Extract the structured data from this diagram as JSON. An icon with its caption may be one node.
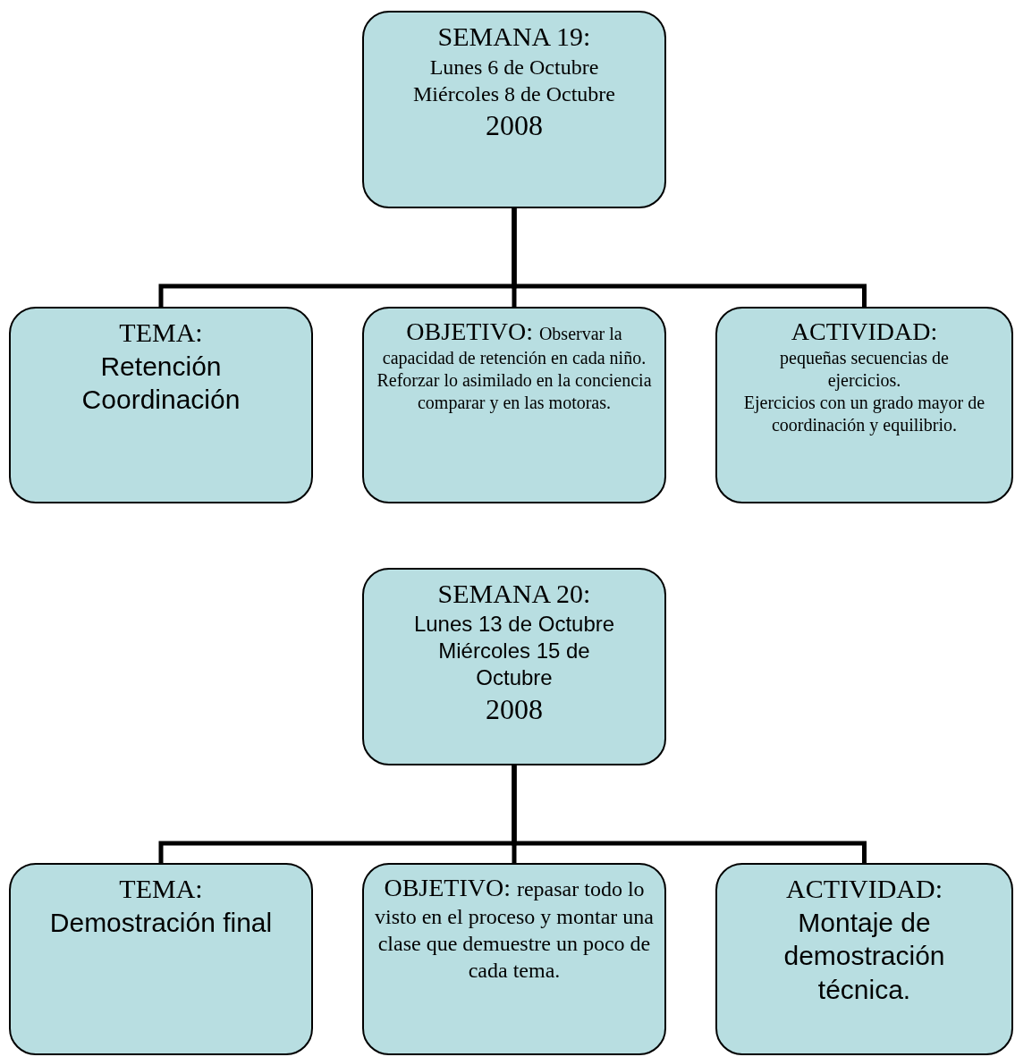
{
  "diagram": {
    "nodes": [
      {
        "text": [
          "SEMANA 19:",
          "Lunes 6 de Octubre",
          "Miércoles 8 de Octubre",
          "2008"
        ]
      },
      {
        "text": [
          "TEMA:",
          "Retención Coordinación"
        ]
      },
      {
        "text": [
          "OBJETIVO:",
          "Observar la capacidad de retención en cada niño.",
          "Reforzar lo asimilado en la conciencia comparar y en las motoras."
        ]
      },
      {
        "text": [
          "ACTIVIDAD:",
          "pequeñas secuencias de ejercicios.",
          "Ejercicios con un grado mayor de coordinación y equilibrio."
        ]
      },
      {
        "text": [
          "SEMANA 20:",
          "Lunes 13 de Octubre",
          "Miércoles 15 de Octubre",
          "2008"
        ]
      },
      {
        "text": [
          "TEMA:",
          "Demostración final"
        ]
      },
      {
        "text": [
          "OBJETIVO:",
          "repasar todo lo visto en el proceso y montar una clase que demuestre un poco de cada tema."
        ]
      },
      {
        "text": [
          "ACTIVIDAD:",
          "Montaje de demostración técnica."
        ]
      }
    ],
    "edges": [
      {
        "from": 0,
        "to": 1,
        "arrow": "none"
      },
      {
        "from": 0,
        "to": 2,
        "arrow": "none"
      },
      {
        "from": 0,
        "to": 3,
        "arrow": "none"
      },
      {
        "from": 4,
        "to": 5,
        "arrow": "none"
      },
      {
        "from": 4,
        "to": 6,
        "arrow": "none"
      },
      {
        "from": 4,
        "to": 7,
        "arrow": "none"
      }
    ]
  }
}
